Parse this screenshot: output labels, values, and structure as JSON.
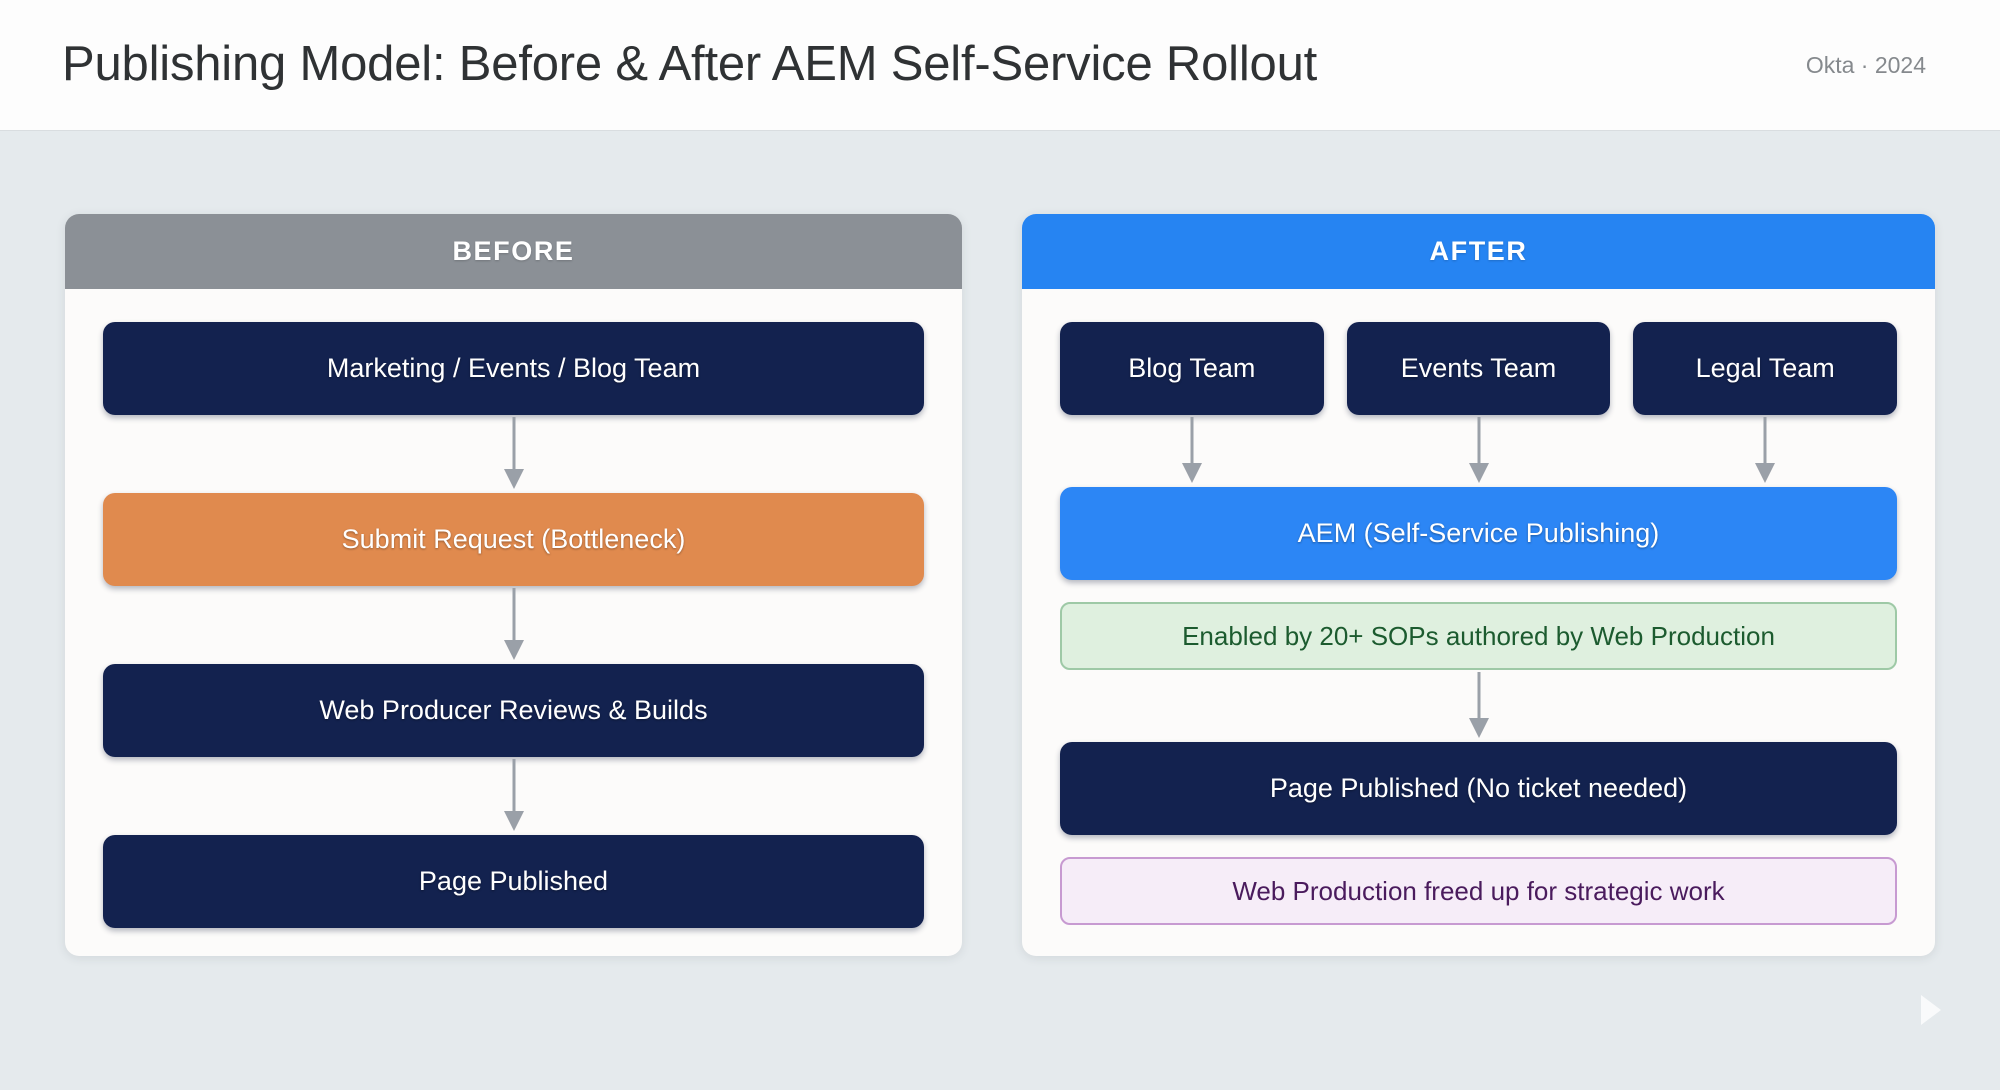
{
  "header": {
    "title": "Publishing Model: Before & After AEM Self-Service Rollout",
    "subtitle": "Okta · 2024"
  },
  "colors": {
    "page_background": "#e5eaed",
    "header_background": "#fdfdfd",
    "panel_background": "#fcfbfa",
    "before_header": "#8b9096",
    "after_header": "#2684f2",
    "node_dark": "#13224f",
    "node_blue": "#2c86f5",
    "node_orange": "#e08a4e",
    "callout_green_fill": "#dff0df",
    "callout_green_border": "#9ec9a6",
    "callout_green_text": "#1c5b2f",
    "callout_purple_fill": "#f6edf8",
    "callout_purple_border": "#c79ad1",
    "callout_purple_text": "#4a1b5d",
    "arrow": "#9aa0a8",
    "title_text": "#2f3234",
    "subtitle_text": "#85898d"
  },
  "panels": {
    "before": {
      "header_label": "BEFORE",
      "nodes": [
        {
          "label": "Marketing / Events / Blog Team",
          "style": "dark"
        },
        {
          "label": "Submit Request (Bottleneck)",
          "style": "orange"
        },
        {
          "label": "Web Producer Reviews & Builds",
          "style": "dark"
        },
        {
          "label": "Page Published",
          "style": "dark"
        }
      ]
    },
    "after": {
      "header_label": "AFTER",
      "teams": [
        {
          "label": "Blog Team"
        },
        {
          "label": "Events Team"
        },
        {
          "label": "Legal Team"
        }
      ],
      "nodes": [
        {
          "label": "AEM (Self-Service Publishing)",
          "style": "blue"
        },
        {
          "label": "Enabled by 20+ SOPs authored by Web Production",
          "style": "callout-green"
        },
        {
          "label": "Page Published (No ticket needed)",
          "style": "dark"
        },
        {
          "label": "Web Production freed up for strategic work",
          "style": "callout-purple"
        }
      ]
    }
  },
  "nav": {
    "next_icon": "chevron-right-icon"
  }
}
